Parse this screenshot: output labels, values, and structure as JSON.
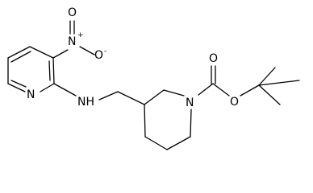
{
  "molecule": {
    "atoms": {
      "nitro_nitrogen": "N",
      "nitro_plus": "+",
      "nitro_oxygen_top": "O",
      "nitro_oxygen_right": "O",
      "nitro_minus": "-",
      "pyridine_nitrogen": "N",
      "amine_group": "NH",
      "piperidine_nitrogen": "N",
      "carbonyl_oxygen": "O",
      "ester_oxygen": "O"
    },
    "colors": {
      "bond": "#000000",
      "text": "#000000",
      "background": "#ffffff"
    }
  }
}
